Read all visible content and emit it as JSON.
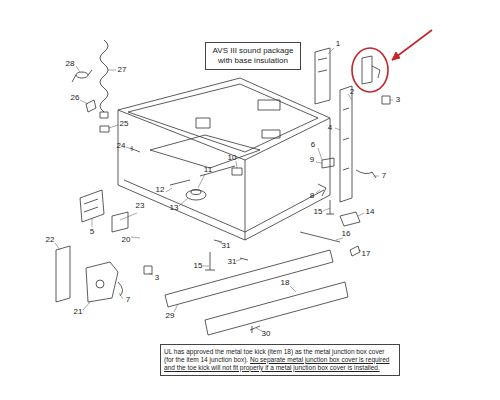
{
  "diagram": {
    "nodes": [
      {
        "text": [
          "AVS III sound package with base insulation"
        ]
      },
      {
        "text": [
          "UL has approved the metal toe kick (item 18) as the metal junction box cover (for the item 14 junction box).",
          "No separate metal junction box cover is required and the toe kick will not fit properly if a metal junction box cover is installed."
        ]
      }
    ],
    "labels": [
      "28",
      "27",
      "1",
      "26",
      "25",
      "24",
      "2",
      "3",
      "4",
      "6",
      "9",
      "7",
      "10",
      "11",
      "12",
      "13",
      "5",
      "8",
      "14",
      "15",
      "23",
      "20",
      "22",
      "16",
      "17",
      "31",
      "3",
      "15",
      "31",
      "7",
      "21",
      "29",
      "18",
      "30"
    ]
  }
}
